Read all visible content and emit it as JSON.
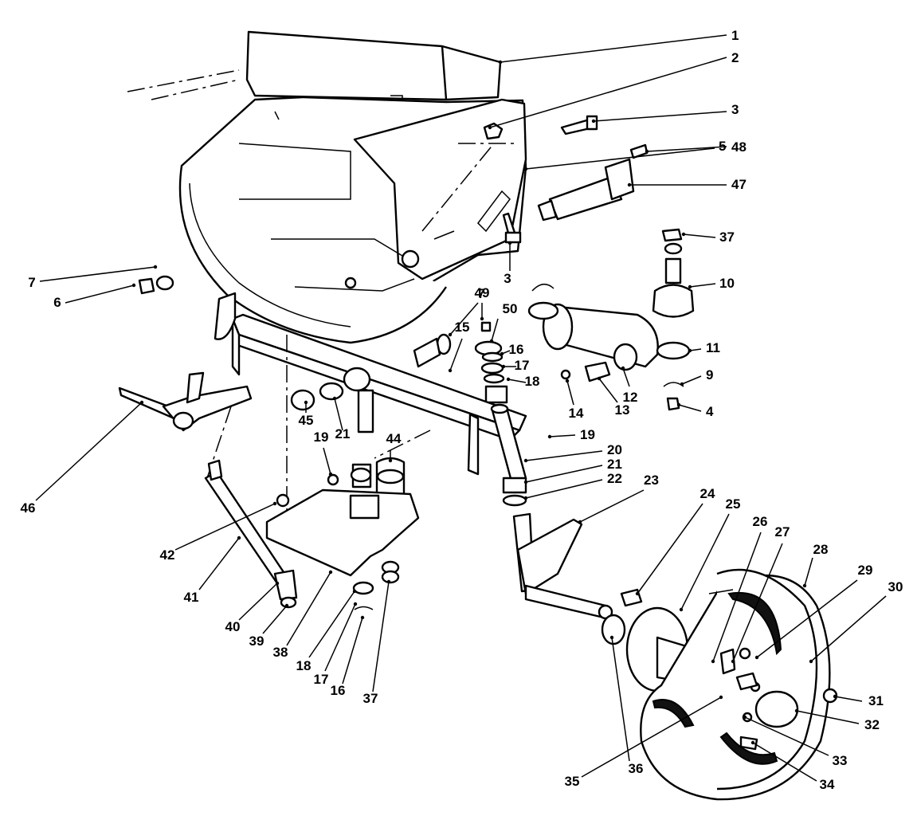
{
  "callouts": [
    {
      "id": "c1",
      "text": "1"
    },
    {
      "id": "c2",
      "text": "2"
    },
    {
      "id": "c3a",
      "text": "3"
    },
    {
      "id": "c48",
      "text": "48"
    },
    {
      "id": "c5",
      "text": "5"
    },
    {
      "id": "c47",
      "text": "47"
    },
    {
      "id": "c37a",
      "text": "37"
    },
    {
      "id": "c3b",
      "text": "3"
    },
    {
      "id": "c10",
      "text": "10"
    },
    {
      "id": "c7a",
      "text": "7"
    },
    {
      "id": "c6",
      "text": "6"
    },
    {
      "id": "c7b",
      "text": "7"
    },
    {
      "id": "c49",
      "text": "49"
    },
    {
      "id": "c50",
      "text": "50"
    },
    {
      "id": "c15",
      "text": "15"
    },
    {
      "id": "c16a",
      "text": "16"
    },
    {
      "id": "c17a",
      "text": "17"
    },
    {
      "id": "c18a",
      "text": "18"
    },
    {
      "id": "c11",
      "text": "11"
    },
    {
      "id": "c9",
      "text": "9"
    },
    {
      "id": "c12",
      "text": "12"
    },
    {
      "id": "c4",
      "text": "4"
    },
    {
      "id": "c13",
      "text": "13"
    },
    {
      "id": "c14",
      "text": "14"
    },
    {
      "id": "c46",
      "text": "46"
    },
    {
      "id": "c45",
      "text": "45"
    },
    {
      "id": "c21a",
      "text": "21"
    },
    {
      "id": "c19a",
      "text": "19"
    },
    {
      "id": "c44",
      "text": "44"
    },
    {
      "id": "c19b",
      "text": "19"
    },
    {
      "id": "c20",
      "text": "20"
    },
    {
      "id": "c21b",
      "text": "21"
    },
    {
      "id": "c22",
      "text": "22"
    },
    {
      "id": "c23",
      "text": "23"
    },
    {
      "id": "c24",
      "text": "24"
    },
    {
      "id": "c25",
      "text": "25"
    },
    {
      "id": "c26",
      "text": "26"
    },
    {
      "id": "c27",
      "text": "27"
    },
    {
      "id": "c28",
      "text": "28"
    },
    {
      "id": "c29",
      "text": "29"
    },
    {
      "id": "c30",
      "text": "30"
    },
    {
      "id": "c42",
      "text": "42"
    },
    {
      "id": "c41",
      "text": "41"
    },
    {
      "id": "c40",
      "text": "40"
    },
    {
      "id": "c39",
      "text": "39"
    },
    {
      "id": "c38",
      "text": "38"
    },
    {
      "id": "c18b",
      "text": "18"
    },
    {
      "id": "c17b",
      "text": "17"
    },
    {
      "id": "c16b",
      "text": "16"
    },
    {
      "id": "c37b",
      "text": "37"
    },
    {
      "id": "c31",
      "text": "31"
    },
    {
      "id": "c32",
      "text": "32"
    },
    {
      "id": "c33",
      "text": "33"
    },
    {
      "id": "c34",
      "text": "34"
    },
    {
      "id": "c35",
      "text": "35"
    },
    {
      "id": "c36",
      "text": "36"
    }
  ]
}
